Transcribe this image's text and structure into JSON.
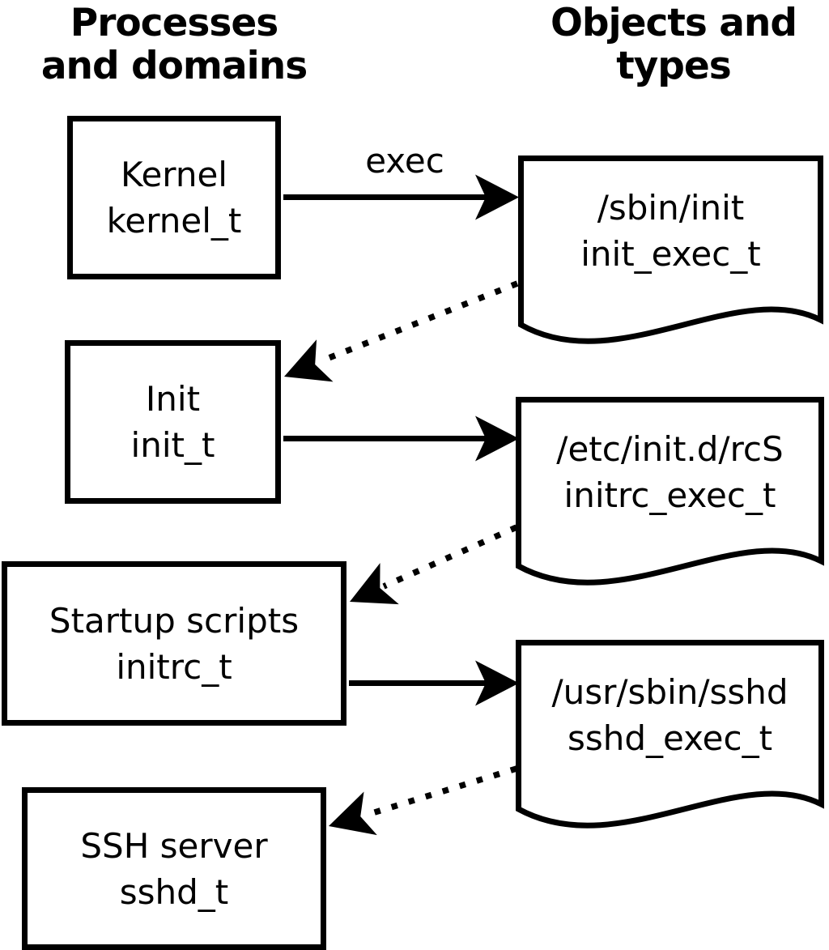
{
  "diagram": {
    "left_header": {
      "line1": "Processes",
      "line2": "and domains"
    },
    "right_header": {
      "line1": "Objects and",
      "line2": "types"
    },
    "process_boxes": [
      {
        "label": "Kernel",
        "domain": "kernel_t"
      },
      {
        "label": "Init",
        "domain": "init_t"
      },
      {
        "label": "Startup scripts",
        "domain": "initrc_t"
      },
      {
        "label": "SSH server",
        "domain": "sshd_t"
      }
    ],
    "object_documents": [
      {
        "path": "/sbin/init",
        "type": "init_exec_t"
      },
      {
        "path": "/etc/init.d/rcS",
        "type": "initrc_exec_t"
      },
      {
        "path": "/usr/sbin/sshd",
        "type": "sshd_exec_t"
      }
    ],
    "arrow_labels": {
      "exec": "exec"
    },
    "colors": {
      "ink": "#000000",
      "background": "#ffffff"
    }
  }
}
